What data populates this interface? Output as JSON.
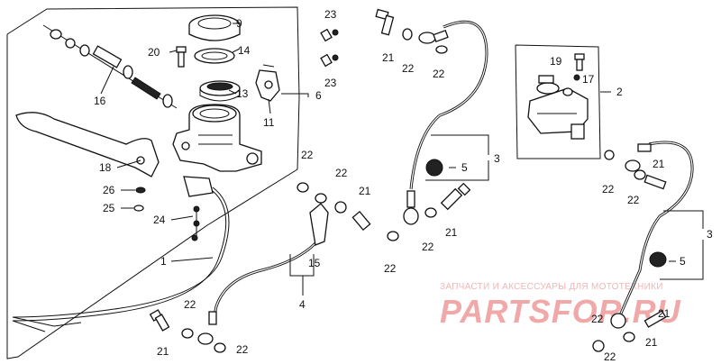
{
  "labels": {
    "l9": "9",
    "l20": "20",
    "l14": "14",
    "l16": "16",
    "l13": "13",
    "l11": "11",
    "l6": "6",
    "l18": "18",
    "l26": "26",
    "l25": "25",
    "l24": "24",
    "l1": "1",
    "l23a": "23",
    "l23b": "23",
    "l21a": "21",
    "l22a": "22",
    "l22b": "22",
    "l3a": "3",
    "l5a": "5",
    "l22c": "22",
    "l22d": "22",
    "l21b": "21",
    "l15": "15",
    "l4": "4",
    "l21c": "21",
    "l22e": "22",
    "l22f": "22",
    "l22g": "22",
    "l21d": "21",
    "l22h": "22",
    "l19": "19",
    "l17": "17",
    "l2": "2",
    "l22i": "22",
    "l22j": "22",
    "l21e": "21",
    "l3b": "3",
    "l5b": "5",
    "l22k": "22",
    "l22l": "22",
    "l21f": "21",
    "l21g": "21"
  },
  "watermark": {
    "top_text": "ЗАПЧАСТИ И АКСЕССУАРЫ ДЛЯ МОТОТЕХНИКИ",
    "logo_text": "PARTSFOR.RU"
  }
}
